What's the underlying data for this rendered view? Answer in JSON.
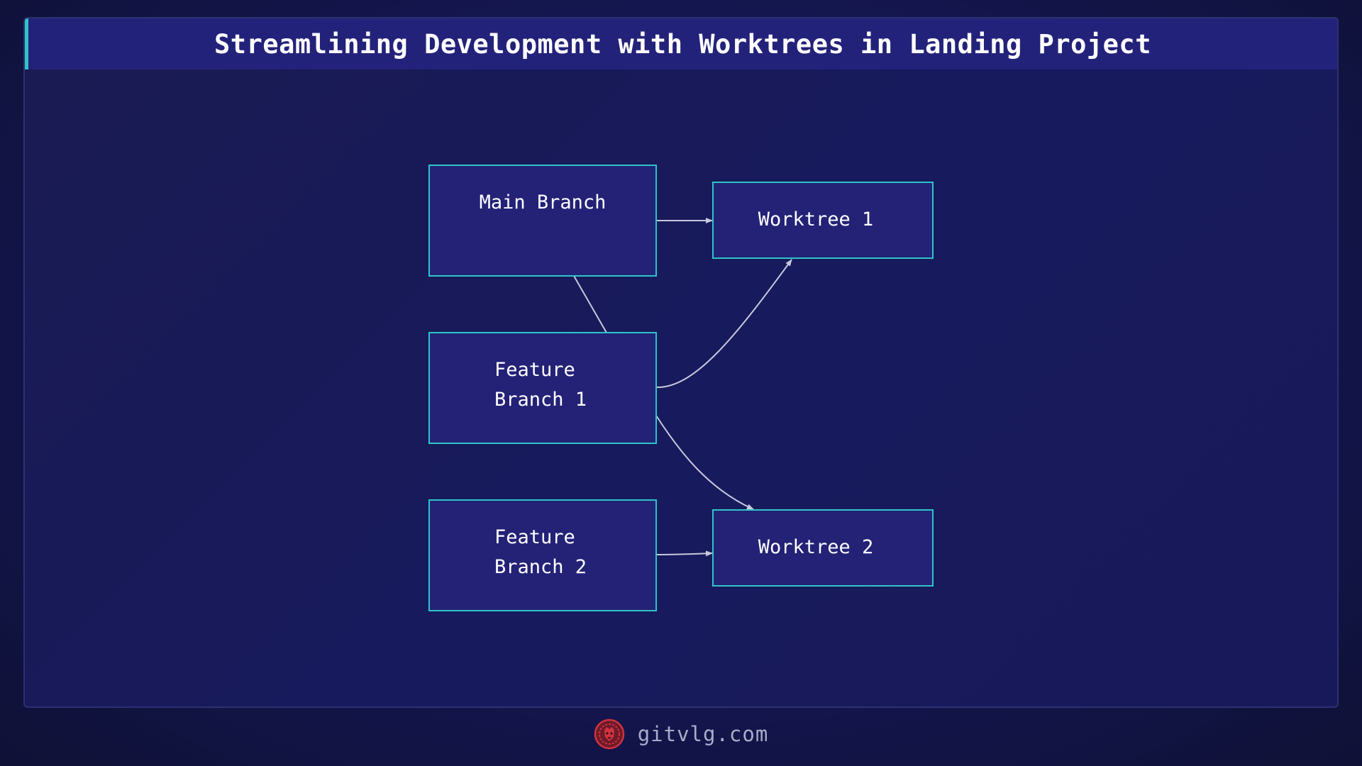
{
  "header": {
    "title": "Streamlining Development with Worktrees in Landing Project"
  },
  "diagram": {
    "nodes": [
      {
        "id": "main-branch",
        "lines": [
          "Main Branch"
        ]
      },
      {
        "id": "worktree-1",
        "lines": [
          "Worktree 1"
        ]
      },
      {
        "id": "feature-branch-1",
        "lines": [
          "Feature",
          "Branch 1"
        ]
      },
      {
        "id": "feature-branch-2",
        "lines": [
          "Feature",
          "Branch 2"
        ]
      },
      {
        "id": "worktree-2",
        "lines": [
          "Worktree 2"
        ]
      }
    ],
    "edges": [
      {
        "from": "main-branch",
        "to": "worktree-1",
        "arrow": true
      },
      {
        "from": "main-branch",
        "to": "feature-branch-1",
        "arrow": false
      },
      {
        "from": "feature-branch-1",
        "to": "worktree-1",
        "arrow": true
      },
      {
        "from": "feature-branch-1",
        "to": "worktree-2",
        "arrow": true
      },
      {
        "from": "feature-branch-2",
        "to": "worktree-2",
        "arrow": true
      }
    ],
    "colors": {
      "node_fill": "#232277",
      "node_border": "#2ec4c8",
      "edge": "#c8c8dc"
    }
  },
  "footer": {
    "site": "gitvlg.com",
    "logo_icon": "lion-logo-icon"
  }
}
